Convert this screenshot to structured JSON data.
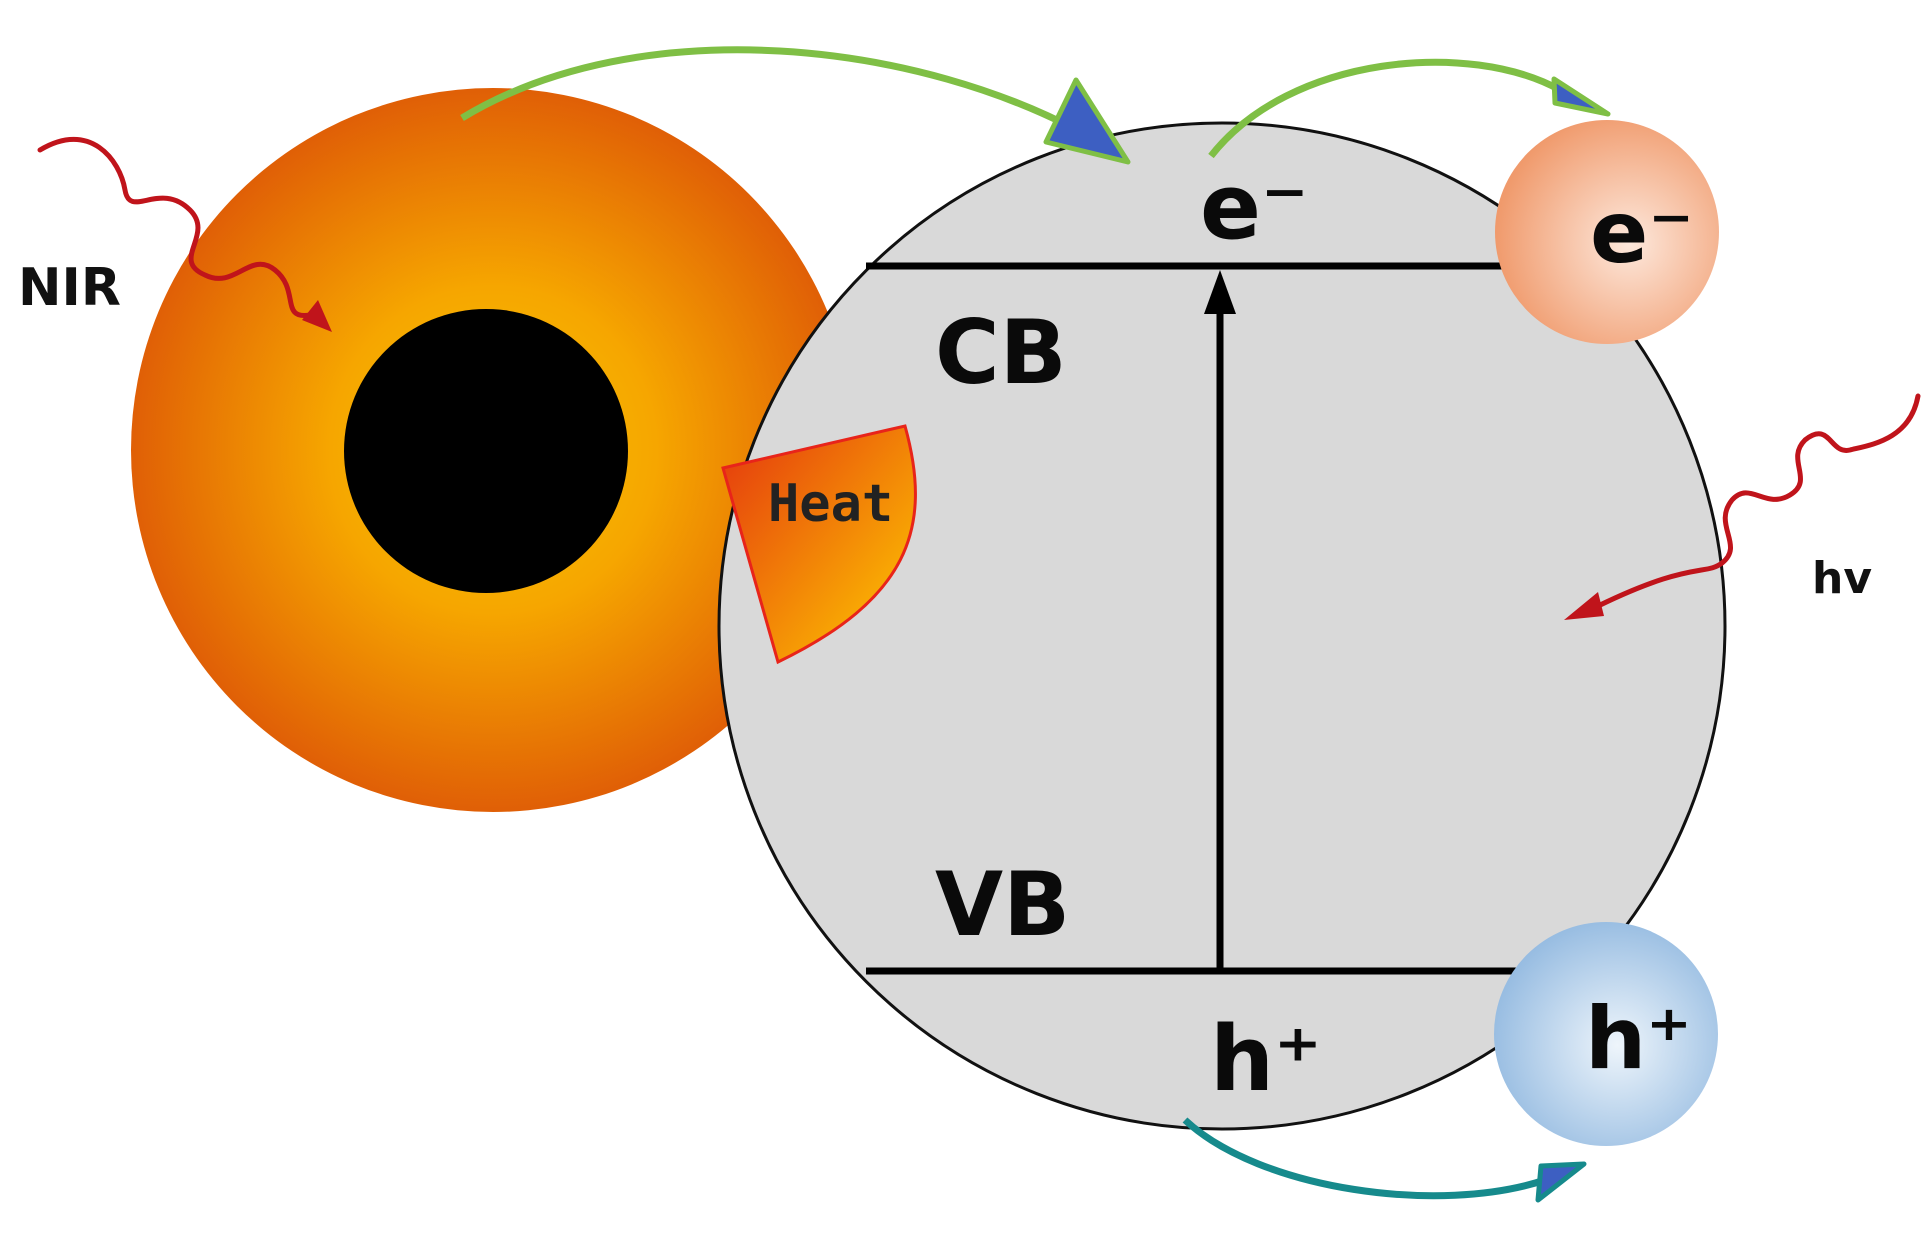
{
  "labels": {
    "nir": "NIR",
    "hv": "hv",
    "heat": "Heat",
    "cb": "CB",
    "vb": "VB",
    "electron_cb": "e⁻",
    "hole_vb": "h⁺",
    "electron_acceptor": "e⁻",
    "hole_acceptor": "h⁺"
  },
  "colors": {
    "shell_outer": "#e36a06",
    "shell_inner": "#f7b300",
    "core": "#000000",
    "semiconductor": "#d9d9d9",
    "green_arrow": "#7fbf45",
    "teal_arrow": "#168a8c",
    "arrow_head_blue": "#3d5fc2",
    "wave_red": "#c0141b",
    "electron_sphere": "#f2a77b",
    "hole_sphere": "#a9c8e8",
    "heat_fill_start": "#e83a10",
    "heat_fill_end": "#ffc800"
  },
  "icons": {
    "nir_wave": "wavy-arrow-icon",
    "hv_wave": "wavy-arrow-icon",
    "excitation_arrow": "arrow-up-icon"
  }
}
